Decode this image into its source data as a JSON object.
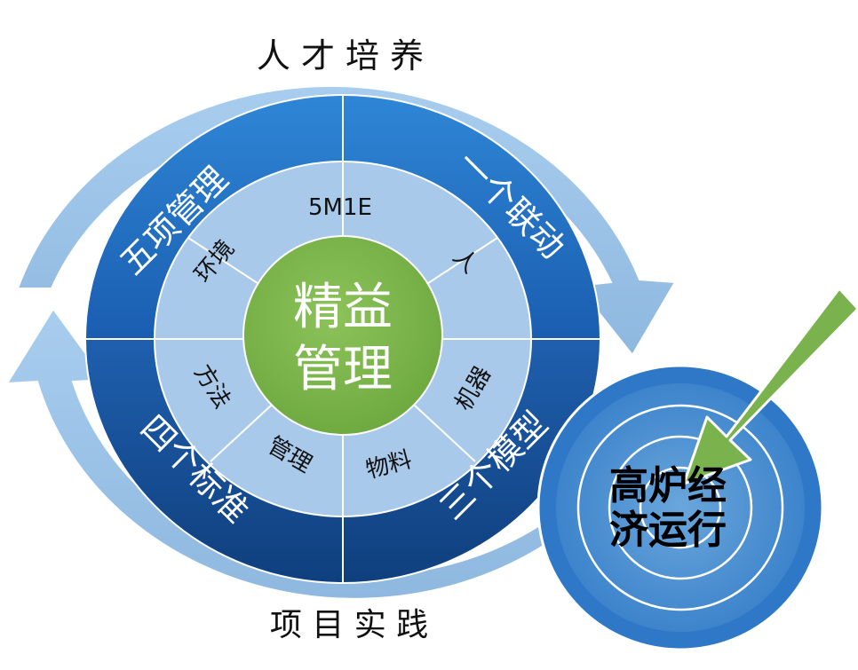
{
  "outer_ring": {
    "top_label": "人 才 培 养",
    "bottom_label": "项 目 实 践"
  },
  "quadrants": {
    "top_left": "五项管理",
    "top_right": "一个联动",
    "bottom_right": "三个模型",
    "bottom_left": "四个标准"
  },
  "inner_ring": {
    "top": "5M1E",
    "items": [
      "人",
      "机器",
      "物料",
      "管理",
      "方法",
      "环境"
    ]
  },
  "center": {
    "line1": "精益",
    "line2": "管理"
  },
  "target": {
    "line1": "高炉经",
    "line2": "济运行"
  },
  "colors": {
    "outer_ring": "#9dc3e6",
    "quadrant_dark": "#1a5aa8",
    "quadrant_mid": "#2f7fd0",
    "inner_ring": "#a9c9ea",
    "center": "#7ab24d",
    "target_outer": "#2e75c9",
    "target_inner": "#5b9bd5",
    "arrow": "#7ab24d"
  }
}
